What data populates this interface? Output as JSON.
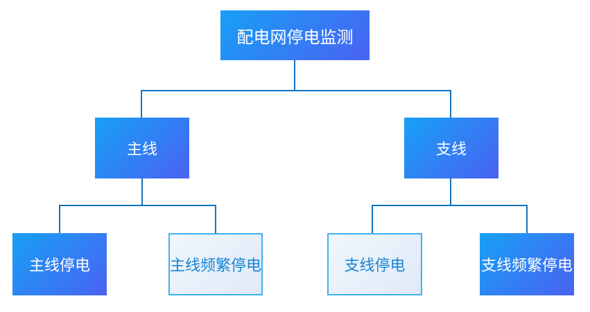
{
  "diagram": {
    "title": "配电网停电监测",
    "nodes": {
      "root": {
        "label": "配电网停电监测"
      },
      "main_line": {
        "label": "主线"
      },
      "branch_line": {
        "label": "支线"
      },
      "main_outage": {
        "label": "主线停电"
      },
      "main_frequent_outage": {
        "label": "主线频繁停电"
      },
      "branch_outage": {
        "label": "支线停电"
      },
      "branch_frequent_outage": {
        "label": "支线频繁停电"
      }
    },
    "colors": {
      "node_gradient_start": "#17a0f6",
      "node_gradient_end": "#4a62f2",
      "light_bg_start": "#f0f6fc",
      "light_bg_end": "#dfeaf7",
      "light_border": "#3eb1f4",
      "light_text": "#1584d6",
      "connector": "#1373bf",
      "node_text": "#ffffff"
    }
  }
}
